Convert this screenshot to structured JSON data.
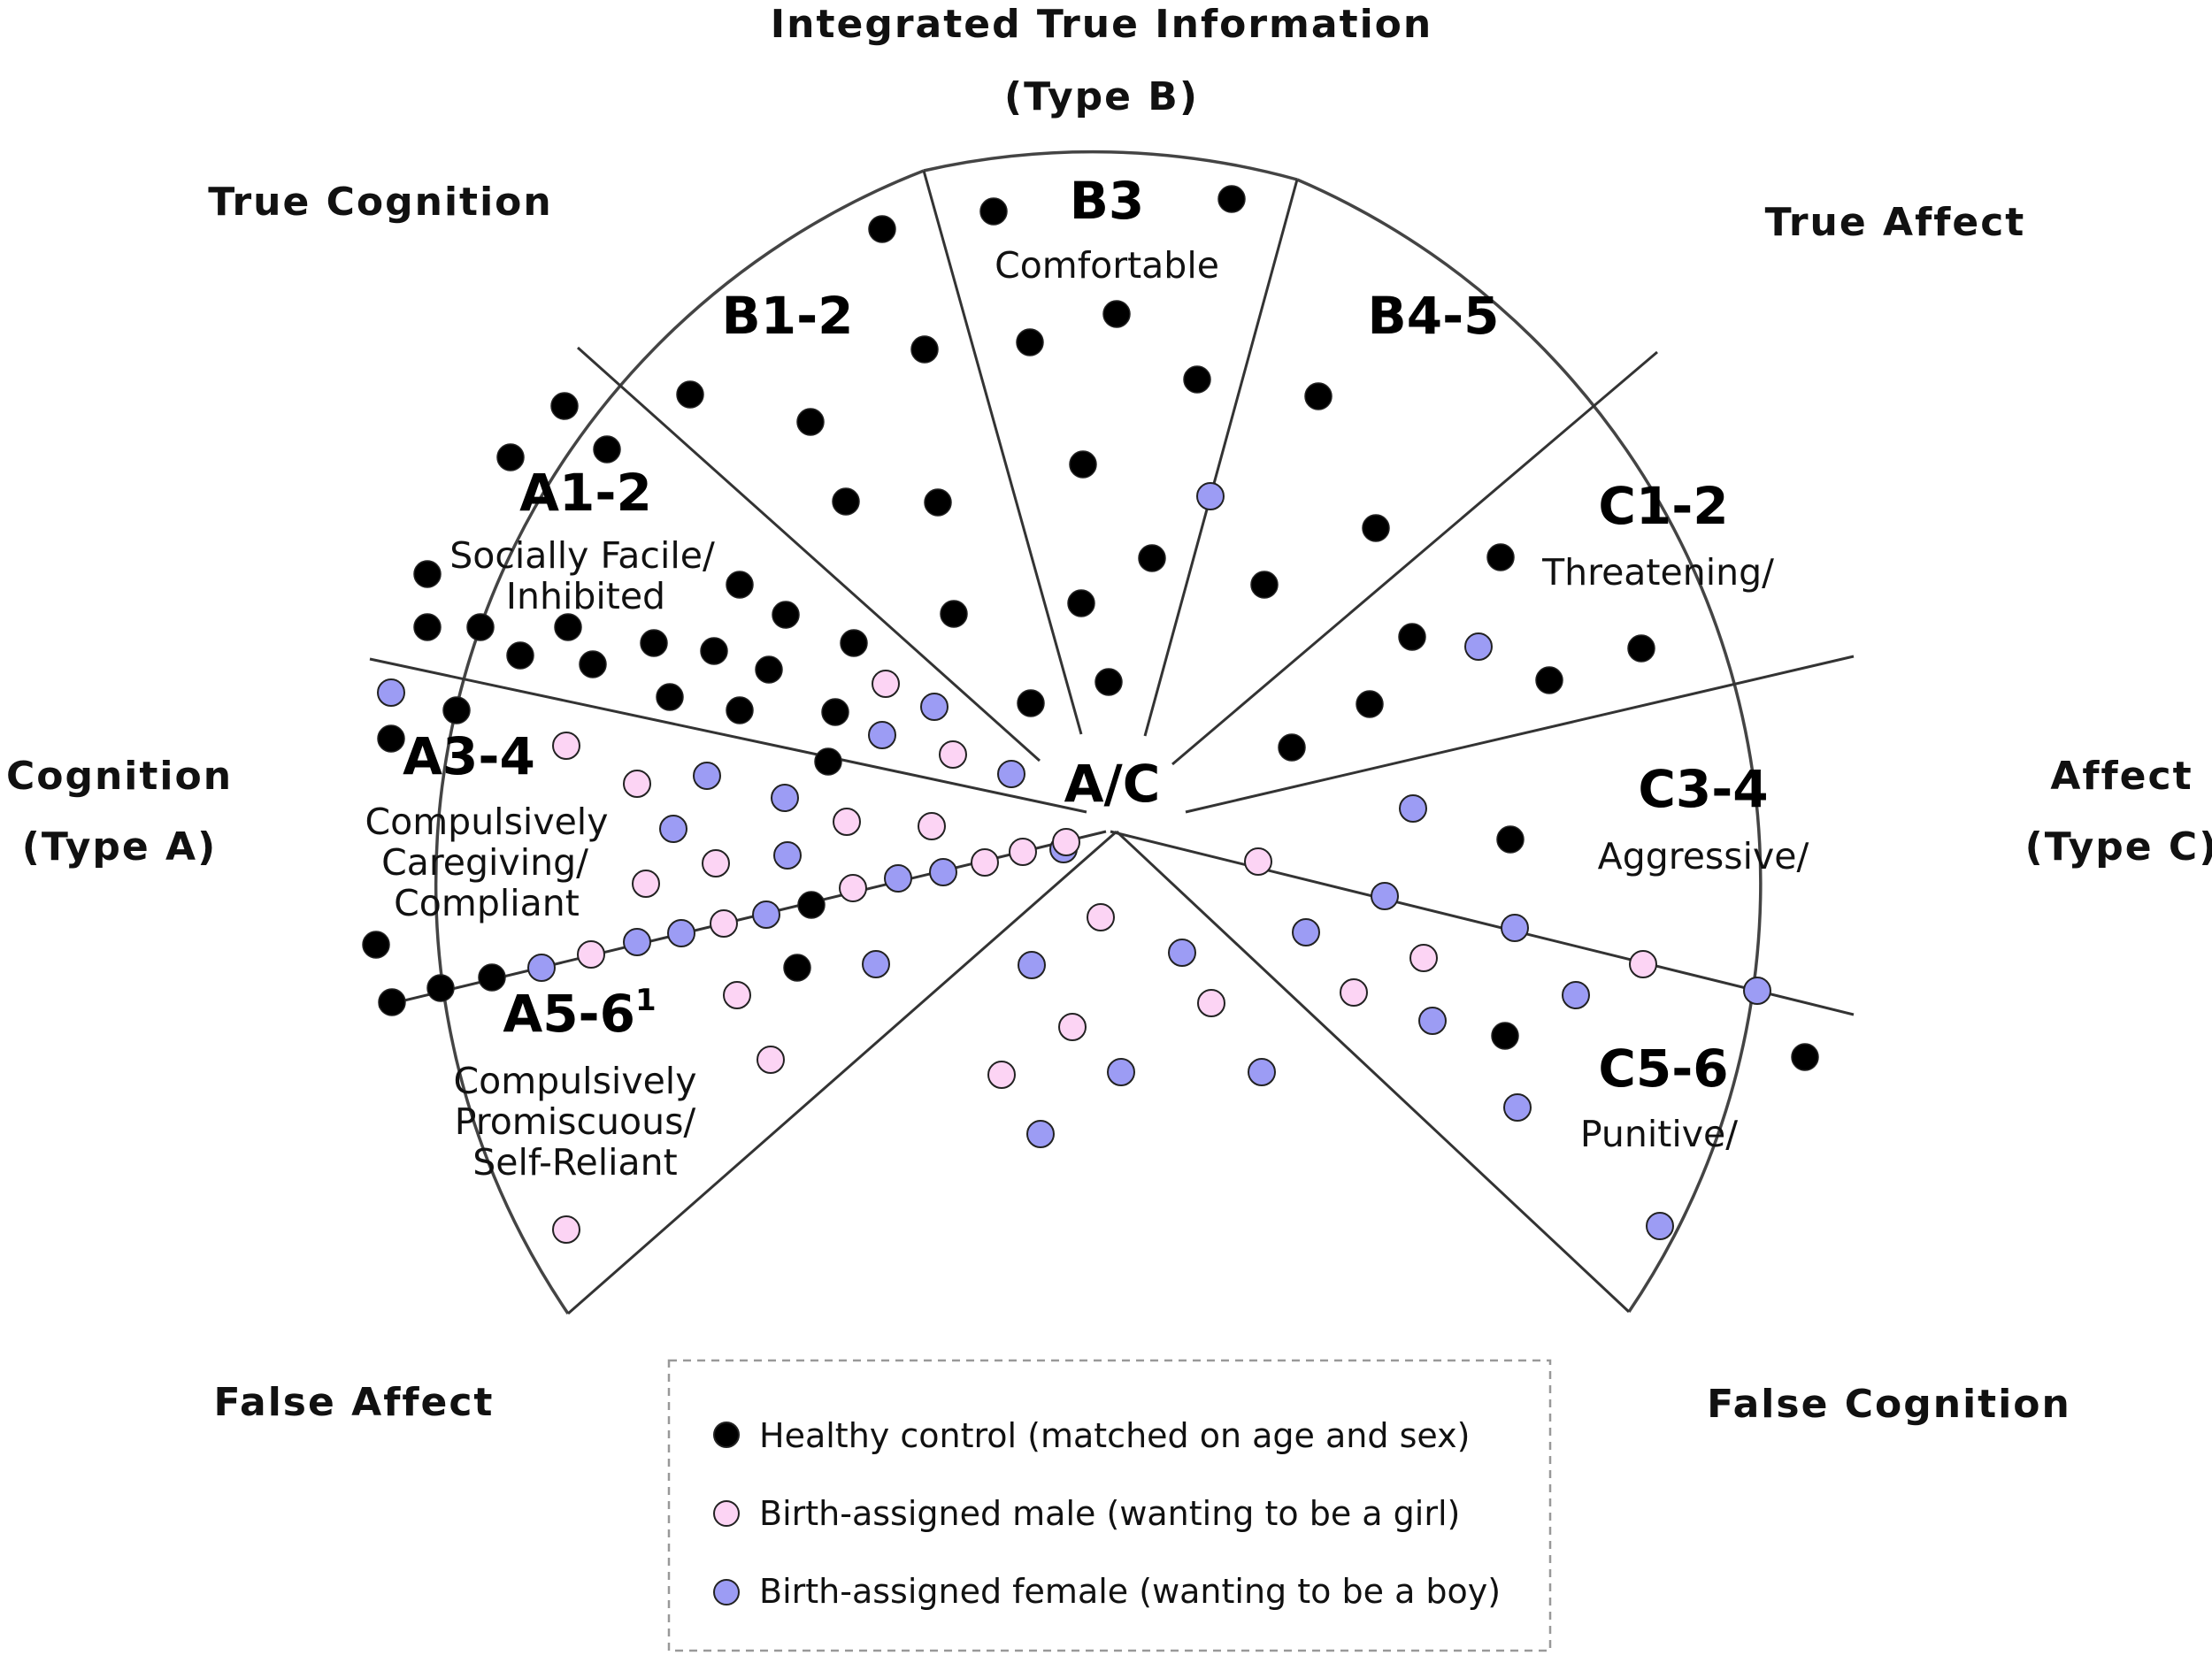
{
  "labels": {
    "top_line1": "Integrated True Information",
    "top_line2": "(Type B)",
    "true_cognition": "True Cognition",
    "true_affect": "True Affect",
    "cognition_line1": "Cognition",
    "cognition_line2": "(Type A)",
    "affect_line1": "Affect",
    "affect_line2": "(Type C)",
    "false_affect": "False Affect",
    "false_cognition": "False Cognition",
    "center": "A/C"
  },
  "segments": {
    "b3": {
      "title": "B3",
      "sub": "Comfortable"
    },
    "b12": {
      "title": "B1-2"
    },
    "b45": {
      "title": "B4-5"
    },
    "a12": {
      "title": "A1-2",
      "sub1": "Socially Facile/",
      "sub2": "Inhibited"
    },
    "c12": {
      "title": "C1-2",
      "sub": "Threatening/"
    },
    "a34": {
      "title": "A3-4",
      "sub1": "Compulsively",
      "sub2": "Caregiving/",
      "sub3": "Compliant"
    },
    "c34": {
      "title": "C3-4",
      "sub": "Aggressive/"
    },
    "a56": {
      "title": "A5-6",
      "sup": "1",
      "sub1": "Compulsively",
      "sub2": "Promiscuous/",
      "sub3": "Self-Reliant"
    },
    "c56": {
      "title": "C5-6",
      "sub": "Punitive/"
    }
  },
  "legend": {
    "items": [
      {
        "key": "healthy",
        "label": "Healthy control (matched on age and sex)"
      },
      {
        "key": "male",
        "label": "Birth-assigned male (wanting to be a girl)"
      },
      {
        "key": "female",
        "label": "Birth-assigned female (wanting to be a boy)"
      }
    ]
  },
  "colors": {
    "healthy": "#000000",
    "male": "#fcd4f4",
    "female": "#9c9cf4"
  }
}
